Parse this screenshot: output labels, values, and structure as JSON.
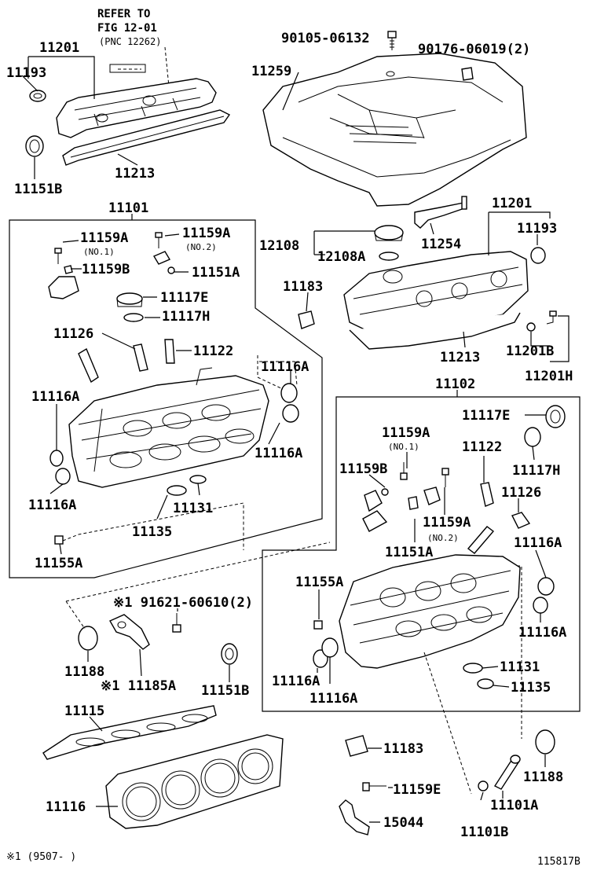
{
  "ref_note": {
    "line1": "REFER TO",
    "line2": "FIG 12-01",
    "line3": "(PNC 12262)"
  },
  "labels": {
    "l11201_top": "11201",
    "l11193_top": "11193",
    "l11151b_top": "11151B",
    "l11213_top": "11213",
    "l90105": "90105-06132",
    "l90176": "90176-06019(2)",
    "l11259": "11259",
    "l11101": "11101",
    "l11159a_1": "11159A",
    "no1_a": "(NO.1)",
    "l11159a_2": "11159A",
    "no2_a": "(NO.2)",
    "l11159b_l": "11159B",
    "l11151a_l": "11151A",
    "l11117e_l": "11117E",
    "l11117h_l": "11117H",
    "l11126_l": "11126",
    "l11122_l": "11122",
    "l11116a_l1": "11116A",
    "l11116a_l2": "11116A",
    "l11116a_l3": "11116A",
    "l11116a_l4": "11116A",
    "l11135_l": "11135",
    "l11131_l": "11131",
    "l11155a_l": "11155A",
    "l12108": "12108",
    "l12108a": "12108A",
    "l11254": "11254",
    "l11201_r": "11201",
    "l11193_r": "11193",
    "l11183_top": "11183",
    "l11213_r": "11213",
    "l11201b": "11201B",
    "l11201h": "11201H",
    "l11102": "11102",
    "l11117e_r": "11117E",
    "l11159a_r1": "11159A",
    "no1_b": "(NO.1)",
    "l11122_r": "11122",
    "l11159b_r": "11159B",
    "l11117h_r": "11117H",
    "l11126_r": "11126",
    "l11159a_r2": "11159A",
    "no2_b": "(NO.2)",
    "l11151a_r": "11151A",
    "l11116a_r1": "11116A",
    "l11155a_r": "11155A",
    "l11116a_r2": "11116A",
    "l11131_r": "11131",
    "l11116a_r3": "11116A",
    "l11116a_r4": "11116A",
    "l11135_r": "11135",
    "l91621": "※1 91621-60610(2)",
    "l11188_l": "11188",
    "l11185a": "※1 11185A",
    "l11151b_b": "11151B",
    "l11115": "11115",
    "l11183_b": "11183",
    "l11188_r": "11188",
    "l11159e": "11159E",
    "l11101a": "11101A",
    "l11116": "11116",
    "l15044": "15044",
    "l11101b": "11101B"
  },
  "footnote": "※1 (9507-       )",
  "figure_id": "115817B"
}
